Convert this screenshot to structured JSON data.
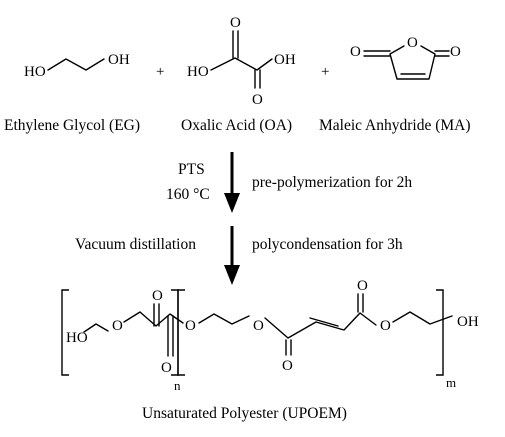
{
  "reactants": {
    "eg": {
      "name": "Ethylene Glycol (EG)",
      "atoms": {
        "left": "HO",
        "right": "OH"
      }
    },
    "oa": {
      "name": "Oxalic Acid (OA)",
      "atoms": {
        "hydroxyl_left": "HO",
        "hydroxyl_right": "OH",
        "carbonyl_top": "O",
        "carbonyl_bottom": "O"
      }
    },
    "ma": {
      "name": "Maleic Anhydride (MA)",
      "atoms": {
        "ring_o": "O",
        "carbonyl_left": "O",
        "carbonyl_right": "O"
      }
    }
  },
  "plus_sign": "+",
  "step1": {
    "left_top": "PTS",
    "left_bottom": "160 °C",
    "right": "pre-polymerization for 2h"
  },
  "step2": {
    "left": "Vacuum distillation",
    "right": "polycondensation for 3h"
  },
  "product": {
    "name": "Unsaturated Polyester (UPOEM)",
    "end_left": "HO",
    "end_right": "OH",
    "oxygen": "O",
    "repeat_n": "n",
    "repeat_m": "m"
  }
}
